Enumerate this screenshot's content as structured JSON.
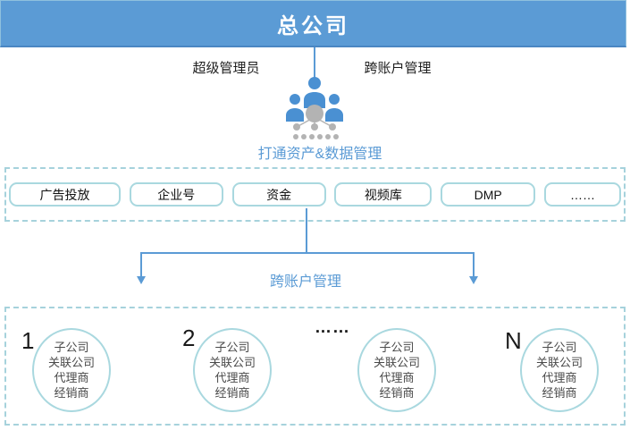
{
  "header": {
    "title": "总公司"
  },
  "top_labels": {
    "left": "超级管理员",
    "right": "跨账户管理"
  },
  "assets": {
    "caption": "打通资产&数据管理",
    "buttons": [
      "广告投放",
      "企业号",
      "资金",
      "视频库",
      "DMP",
      "……"
    ]
  },
  "cross_account_label": "跨账户管理",
  "groups": [
    {
      "index": "1",
      "lines": [
        "子公司",
        "关联公司",
        "代理商",
        "经销商"
      ]
    },
    {
      "index": "2",
      "lines": [
        "子公司",
        "关联公司",
        "代理商",
        "经销商"
      ]
    },
    {
      "index": "……",
      "lines": [
        "子公司",
        "关联公司",
        "代理商",
        "经销商"
      ]
    },
    {
      "index": "N",
      "lines": [
        "子公司",
        "关联公司",
        "代理商",
        "经销商"
      ]
    }
  ],
  "icons": {
    "org_icon": "org-hierarchy-people-icon"
  },
  "colors": {
    "banner_blue": "#5B9BD5",
    "accent_blue": "#5B9BD5",
    "dashed_border": "#A6D2DC",
    "button_border": "#A9D8DF",
    "icon_blue": "#4A90D2",
    "icon_gray": "#B3B3B3",
    "banner_text": "#FFFFFF",
    "label_text": "#1F1F1F",
    "circle_text": "#4A4A4A"
  }
}
